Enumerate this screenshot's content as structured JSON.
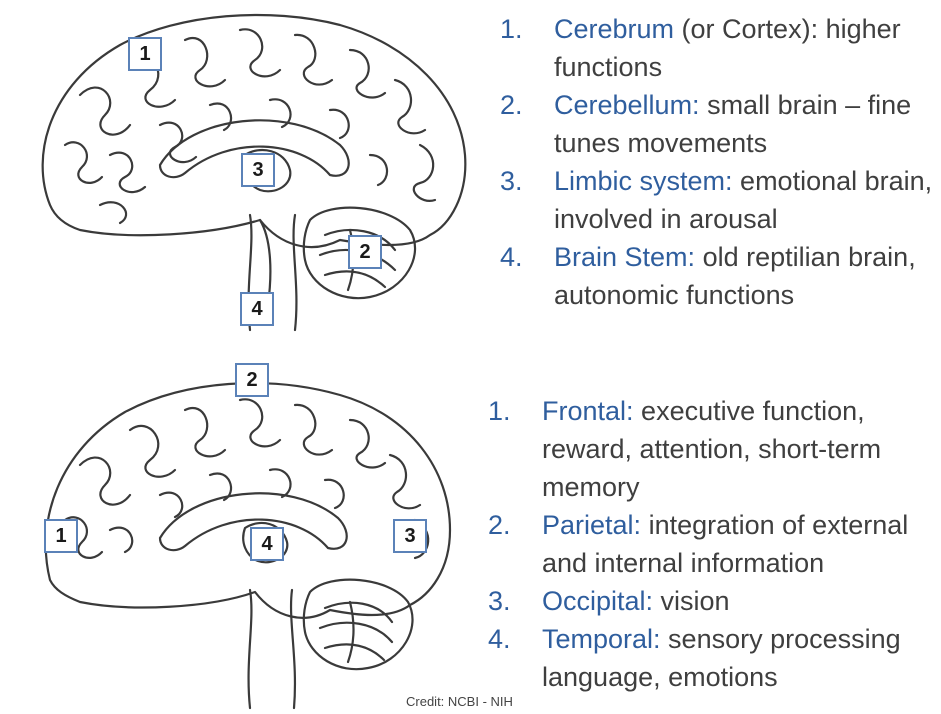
{
  "colors": {
    "term": "#2f5e9e",
    "body_text": "#3f3f3f",
    "label_border": "#5b82b8",
    "sketch": "#3a3a3a"
  },
  "top_panel": {
    "labels": [
      "1",
      "2",
      "3",
      "4"
    ],
    "legend": [
      {
        "num": "1.",
        "term": "Cerebrum",
        "desc": " (or Cortex): higher functions"
      },
      {
        "num": "2.",
        "term": "Cerebellum:",
        "desc": " small brain – fine tunes movements"
      },
      {
        "num": "3.",
        "term": "Limbic system:",
        "desc": " emotional brain, involved in arousal"
      },
      {
        "num": "4.",
        "term": "Brain Stem:",
        "desc": " old reptilian brain, autonomic functions"
      }
    ]
  },
  "bottom_panel": {
    "labels": [
      "1",
      "2",
      "3",
      "4"
    ],
    "legend": [
      {
        "num": "1.",
        "term": "Frontal:",
        "desc": " executive function, reward, attention, short-term memory"
      },
      {
        "num": "2.",
        "term": "Parietal:",
        "desc": " integration of external and internal information"
      },
      {
        "num": "3.",
        "term": "Occipital:",
        "desc": " vision"
      },
      {
        "num": "4.",
        "term": "Temporal:",
        "desc": " sensory processing language, emotions"
      }
    ]
  },
  "credit": "Credit: NCBI - NIH"
}
